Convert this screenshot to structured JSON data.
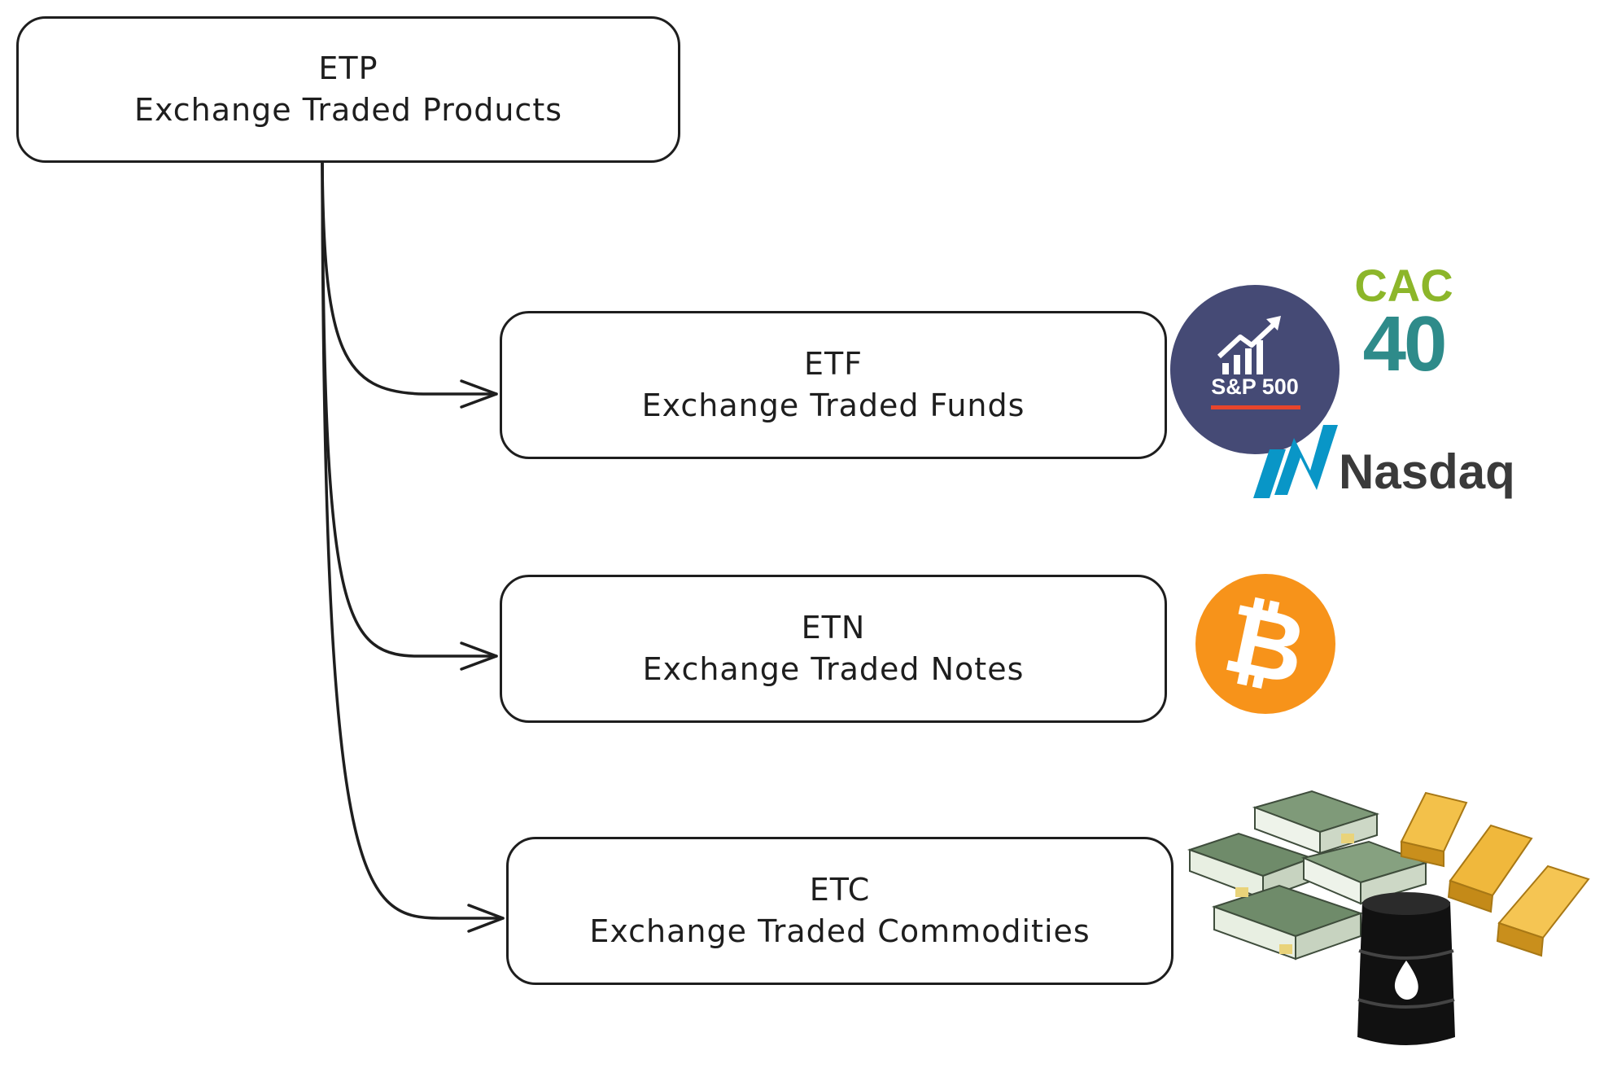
{
  "nodes": {
    "etp": {
      "abbr": "ETP",
      "label": "Exchange Traded Products"
    },
    "etf": {
      "abbr": "ETF",
      "label": "Exchange Traded Funds"
    },
    "etn": {
      "abbr": "ETN",
      "label": "Exchange Traded Notes"
    },
    "etc": {
      "abbr": "ETC",
      "label": "Exchange Traded Commodities"
    }
  },
  "logos": {
    "sp500": {
      "text": "S&P 500",
      "icon": "rising-chart-icon",
      "bg": "#454a75",
      "line_color": "#e8452c"
    },
    "cac40": {
      "line1": "CAC",
      "line2": "40",
      "line1_color": "#8cb62a",
      "line2_color": "#2e8b8a"
    },
    "nasdaq": {
      "text": "Nasdaq",
      "mark_color": "#0996c7",
      "text_color": "#3a3a3a"
    },
    "bitcoin": {
      "glyph": "₿",
      "bg": "#f7931a"
    },
    "commodities": {
      "icons": [
        "cash-stacks-icon",
        "gold-bars-icon",
        "oil-barrel-icon"
      ]
    }
  },
  "colors": {
    "stroke": "#1e1e1e",
    "background": "#ffffff"
  }
}
